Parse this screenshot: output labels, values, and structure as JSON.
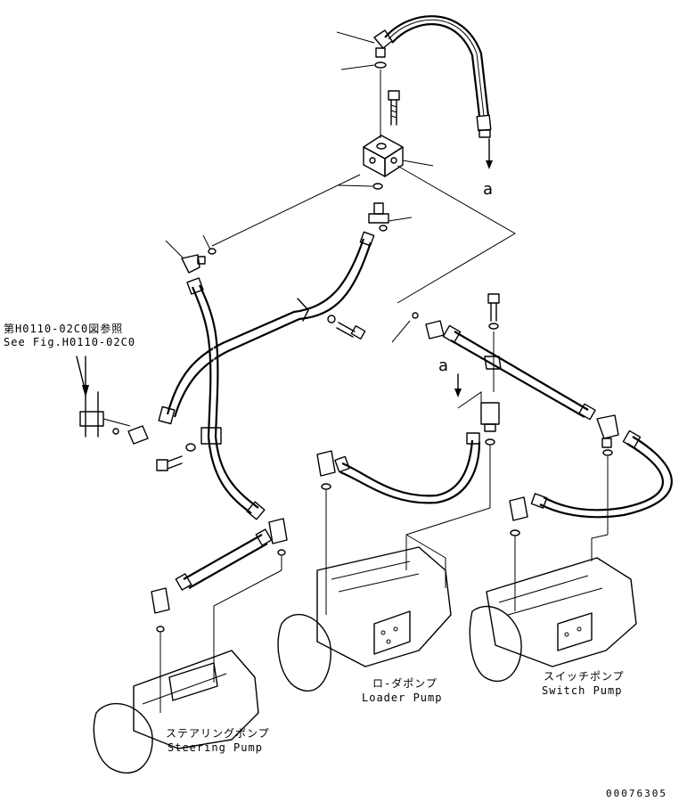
{
  "reference": {
    "jp": "第H0110-02C0図参照",
    "en": "See Fig.H0110-02C0"
  },
  "connector_mark_top": "a",
  "connector_mark_mid": "a",
  "pumps": {
    "loader_jp": "ロ-ダポンプ",
    "loader_en": "Loader Pump",
    "switch_jp": "スイッチポンプ",
    "switch_en": "Switch Pump",
    "steering_jp": "ステアリングポンプ",
    "steering_en": "Steering Pump"
  },
  "drawing_number": "00076305"
}
